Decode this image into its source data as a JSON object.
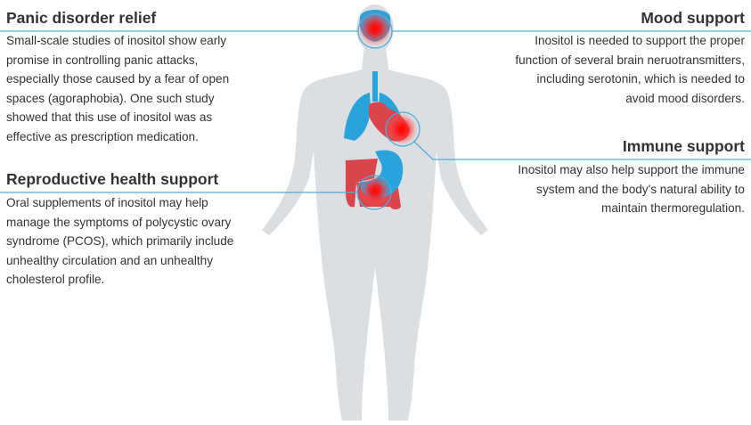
{
  "sections": {
    "panic": {
      "title": "Panic disorder relief",
      "lines": [
        "Small-scale studies of inositol show early",
        "promise in controlling panic attacks,",
        "especially those caused by a fear of open",
        "spaces (agoraphobia). One such study",
        "showed that this use of inositol was as",
        "effective as prescription medication."
      ]
    },
    "reproductive": {
      "title": "Reproductive health support",
      "lines": [
        "Oral supplements of inositol may help",
        "manage the symptoms of polycystic ovary",
        "syndrome (PCOS), which primarily include",
        "unhealthy circulation and an unhealthy",
        "cholesterol profile."
      ]
    },
    "mood": {
      "title": "Mood support",
      "lines": [
        "Inositol is needed to support the proper",
        "function of several brain neruotransmitters,",
        "including serotonin, which is needed to",
        "avoid mood disorders."
      ]
    },
    "immune": {
      "title": "Immune support",
      "lines": [
        "Inositol may also help support the immune",
        "system and the body's natural ability to",
        "maintain thermoregulation."
      ]
    }
  },
  "colors": {
    "body": "#dcdfe2",
    "organ_blue": "#29a3dc",
    "organ_red": "#d9454a",
    "line": "#4aaee0",
    "hotspot": "#ff0000"
  }
}
